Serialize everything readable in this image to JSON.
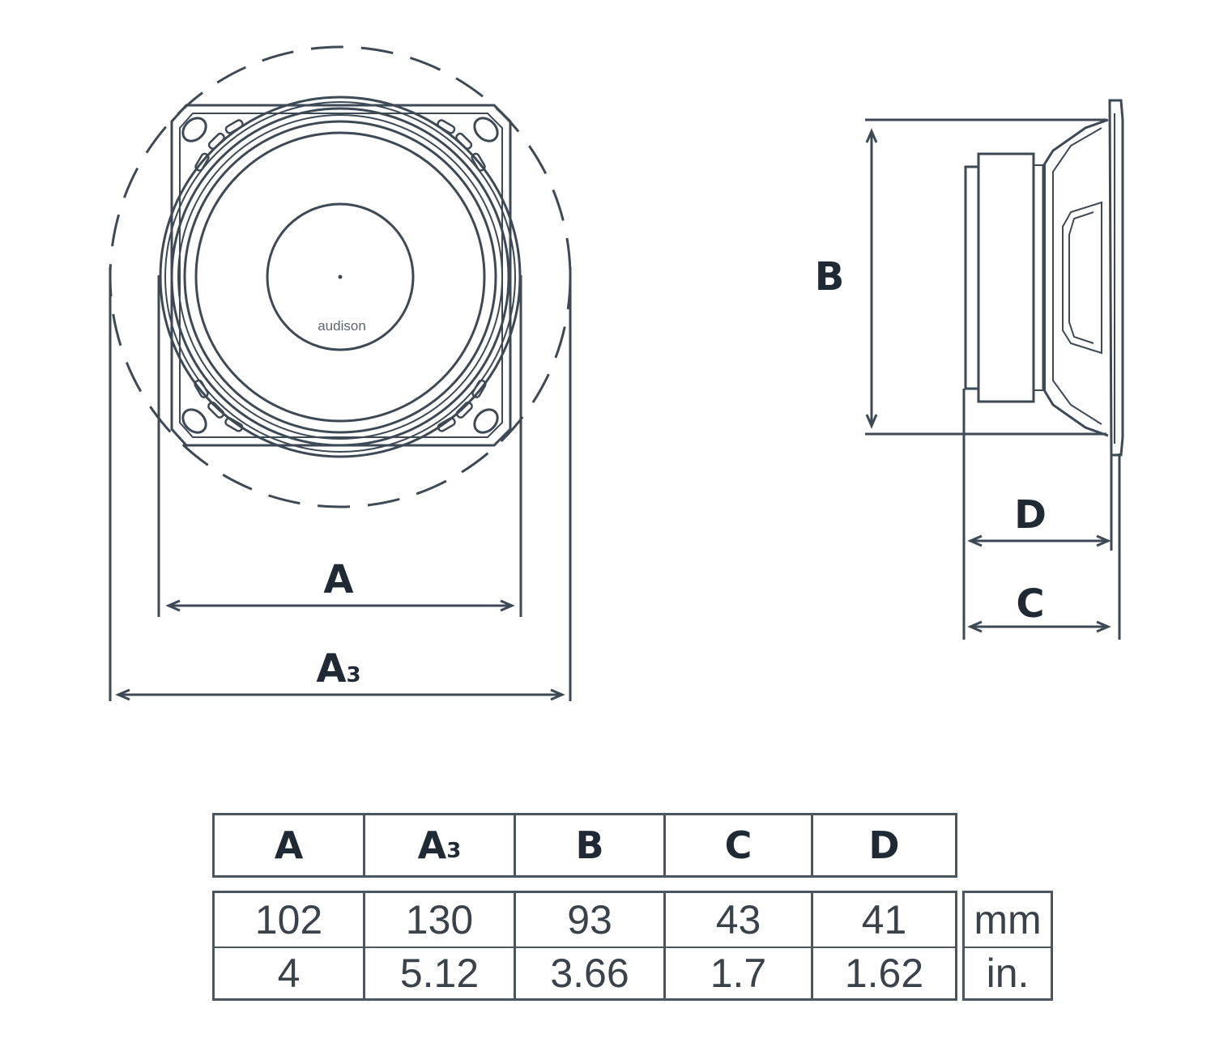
{
  "drawing": {
    "front_view": {
      "brand_text": "audison",
      "dim_label_a": "A",
      "dim_label_a3_main": "A",
      "dim_label_a3_sub": "3"
    },
    "side_view": {
      "dim_label_b": "B",
      "dim_label_c": "C",
      "dim_label_d": "D"
    }
  },
  "table": {
    "headers": [
      {
        "main": "A",
        "sub": ""
      },
      {
        "main": "A",
        "sub": "3"
      },
      {
        "main": "B",
        "sub": ""
      },
      {
        "main": "C",
        "sub": ""
      },
      {
        "main": "D",
        "sub": ""
      }
    ],
    "rows": [
      {
        "unit": "mm",
        "values": [
          "102",
          "130",
          "93",
          "43",
          "41"
        ]
      },
      {
        "unit": "in.",
        "values": [
          "4",
          "5.12",
          "3.66",
          "1.7",
          "1.62"
        ]
      }
    ]
  },
  "colors": {
    "line": "#3d4954",
    "text": "#1f2a35"
  }
}
